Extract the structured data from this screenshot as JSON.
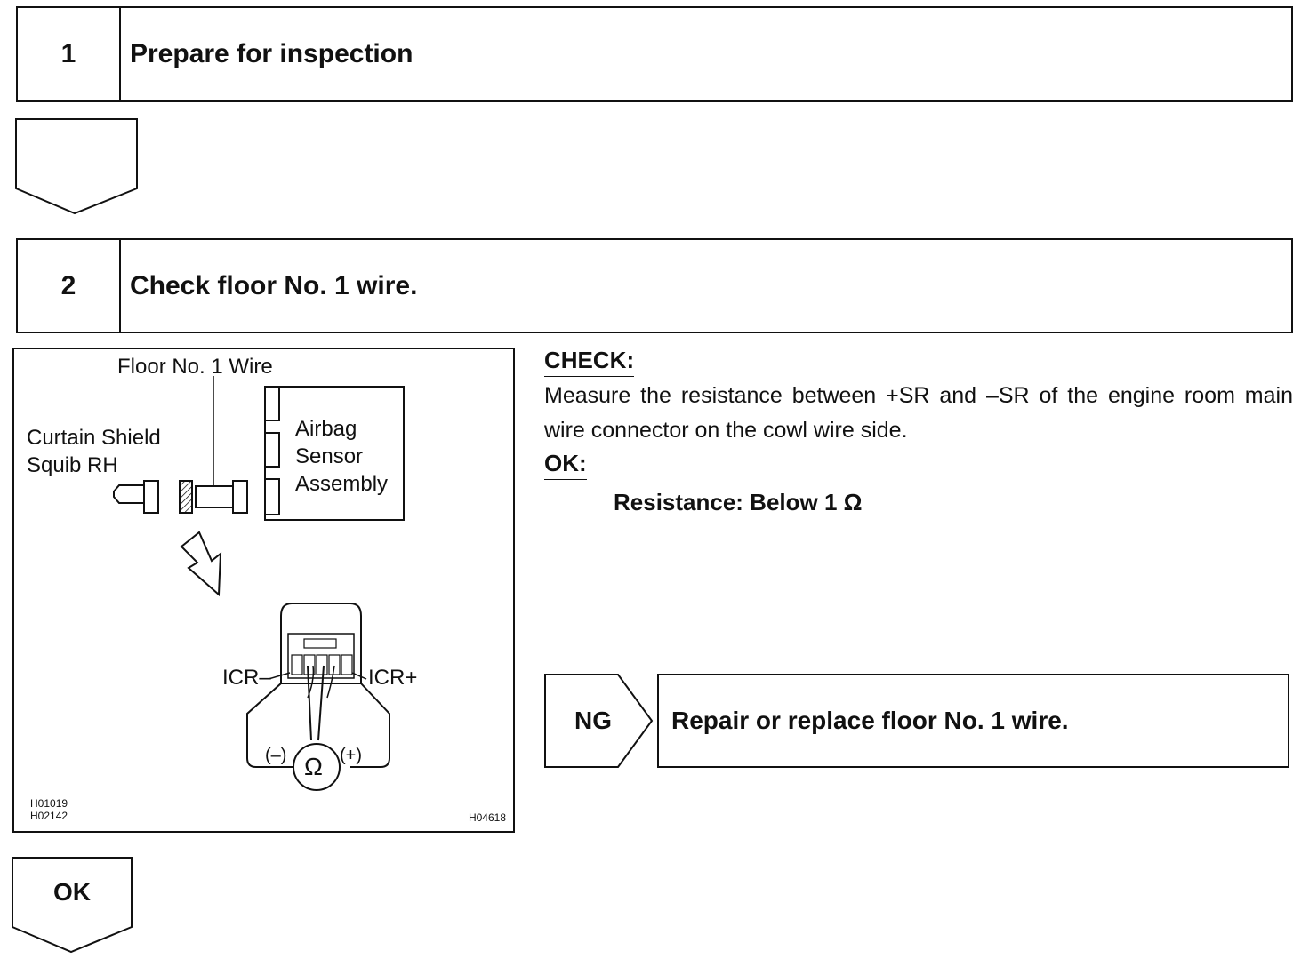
{
  "steps": [
    {
      "number": "1",
      "title": "Prepare for inspection"
    },
    {
      "number": "2",
      "title": "Check floor No. 1 wire."
    }
  ],
  "figure": {
    "label_wire": "Floor No. 1 Wire",
    "label_squib_line1": "Curtain Shield",
    "label_squib_line2": "Squib RH",
    "label_sensor_line1": "Airbag",
    "label_sensor_line2": "Sensor",
    "label_sensor_line3": "Assembly",
    "label_icr_minus": "ICR–",
    "label_icr_plus": "ICR+",
    "meter_minus": "(–)",
    "meter_plus": "(+)",
    "meter_symbol": "Ω",
    "code_1": "H01019",
    "code_2": "H02142",
    "code_3": "H04618"
  },
  "check": {
    "heading": "CHECK:",
    "text": "Measure the resistance between +SR and –SR of the engine room main wire connector on the cowl wire side.",
    "ok_heading": "OK:",
    "spec": "Resistance: Below 1 Ω"
  },
  "ng": {
    "label": "NG",
    "action": "Repair or replace floor No. 1 wire."
  },
  "ok_arrow_label": "OK"
}
